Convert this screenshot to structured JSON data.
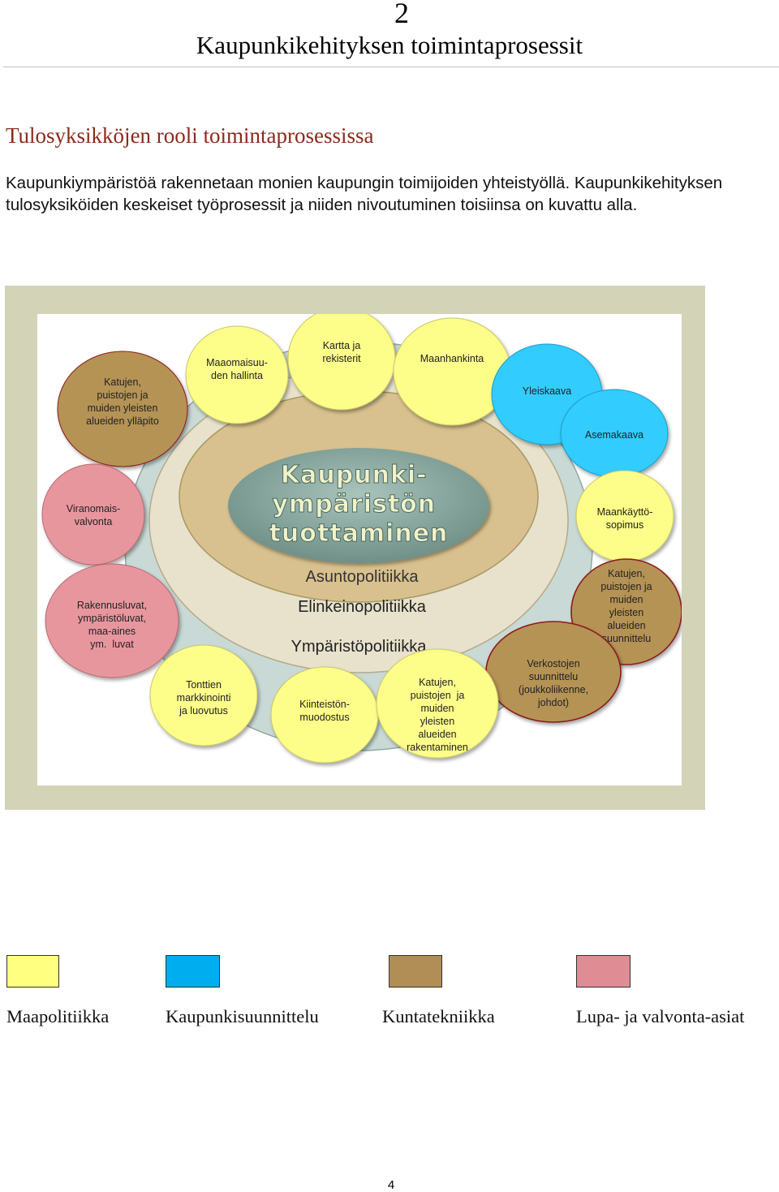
{
  "header": {
    "chapter_number": "2",
    "chapter_title": "Kaupunkikehityksen toimintaprosessit"
  },
  "section": {
    "title": "Tulosyksikköjen rooli toimintaprosessissa",
    "intro_lines": [
      "Kaupunkiympäristöä rakennetaan monien kaupungin toimijoiden yhteistyöllä. Kaupunkikehityksen",
      "tulosyksiköiden keskeiset työprosessit ja niiden nivoutuminen toisiinsa on kuvattu alla."
    ]
  },
  "diagram": {
    "center_lines": [
      "Kaupunki-",
      "ympäristön",
      "tuottaminen"
    ],
    "rings": [
      "Asuntopolitiikka",
      "Elinkeinopolitiikka",
      "Ympäristöpolitiikka"
    ],
    "bubbles": [
      {
        "id": "yllapito",
        "category": "kuntatekniikka",
        "lines": [
          "Katujen,",
          "puistojen ja",
          "muiden yleisten",
          "alueiden ylläpito"
        ]
      },
      {
        "id": "maaomaisuus",
        "category": "maapolitiikka",
        "lines": [
          "Maaomaisuu-",
          "den hallinta"
        ]
      },
      {
        "id": "kartta",
        "category": "maapolitiikka",
        "lines": [
          "Kartta ja",
          "rekisterit"
        ]
      },
      {
        "id": "maanhankinta",
        "category": "maapolitiikka",
        "lines": [
          "Maanhankinta"
        ]
      },
      {
        "id": "yleiskaava",
        "category": "kaupunkisuunnittelu",
        "lines": [
          "Yleiskaava"
        ]
      },
      {
        "id": "asemakaava",
        "category": "kaupunkisuunnittelu",
        "lines": [
          "Asemakaava"
        ]
      },
      {
        "id": "viranomaisvalvonta",
        "category": "lupa",
        "lines": [
          "Viranomais-",
          "valvonta"
        ]
      },
      {
        "id": "maankaytto",
        "category": "maapolitiikka",
        "lines": [
          "Maankäyttö-",
          "sopimus"
        ]
      },
      {
        "id": "rakennusluvat",
        "category": "lupa",
        "lines": [
          "Rakennusluvat,",
          "ympäristöluvat,",
          "maa-aines",
          "ym.  luvat"
        ]
      },
      {
        "id": "suunnittelu",
        "category": "kuntatekniikka",
        "lines": [
          "Katujen,",
          "puistojen ja",
          "muiden",
          "yleisten",
          "alueiden",
          "suunnittelu"
        ]
      },
      {
        "id": "verkostot",
        "category": "kuntatekniikka",
        "lines": [
          "Verkostojen",
          "suunnittelu",
          "(joukkoliikenne,",
          "johdot)"
        ]
      },
      {
        "id": "tontit",
        "category": "maapolitiikka",
        "lines": [
          "Tonttien",
          "markkinointi",
          "ja luovutus"
        ]
      },
      {
        "id": "kiinteisto",
        "category": "maapolitiikka",
        "lines": [
          "Kiinteistön-",
          "muodostus"
        ]
      },
      {
        "id": "rakentaminen",
        "category": "maapolitiikka",
        "lines": [
          "Katujen,",
          "puistojen  ja",
          "muiden",
          "yleisten",
          "alueiden",
          "rakentaminen"
        ]
      }
    ]
  },
  "legend": [
    {
      "label": "Maapolitiikka",
      "color": "#ffff80"
    },
    {
      "label": "Kaupunkisuunnittelu",
      "color": "#00aeef"
    },
    {
      "label": "Kuntatekniikka",
      "color": "#b08e55"
    },
    {
      "label": "Lupa- ja valvonta-asiat",
      "color": "#e08c94"
    }
  ],
  "colors": {
    "maapolitiikka": "#fdfd8a",
    "kaupunkisuunnittelu": "#33ccff",
    "kuntatekniikka": "#b59355",
    "lupa": "#e8969e"
  },
  "footer": {
    "page_number": "4"
  }
}
